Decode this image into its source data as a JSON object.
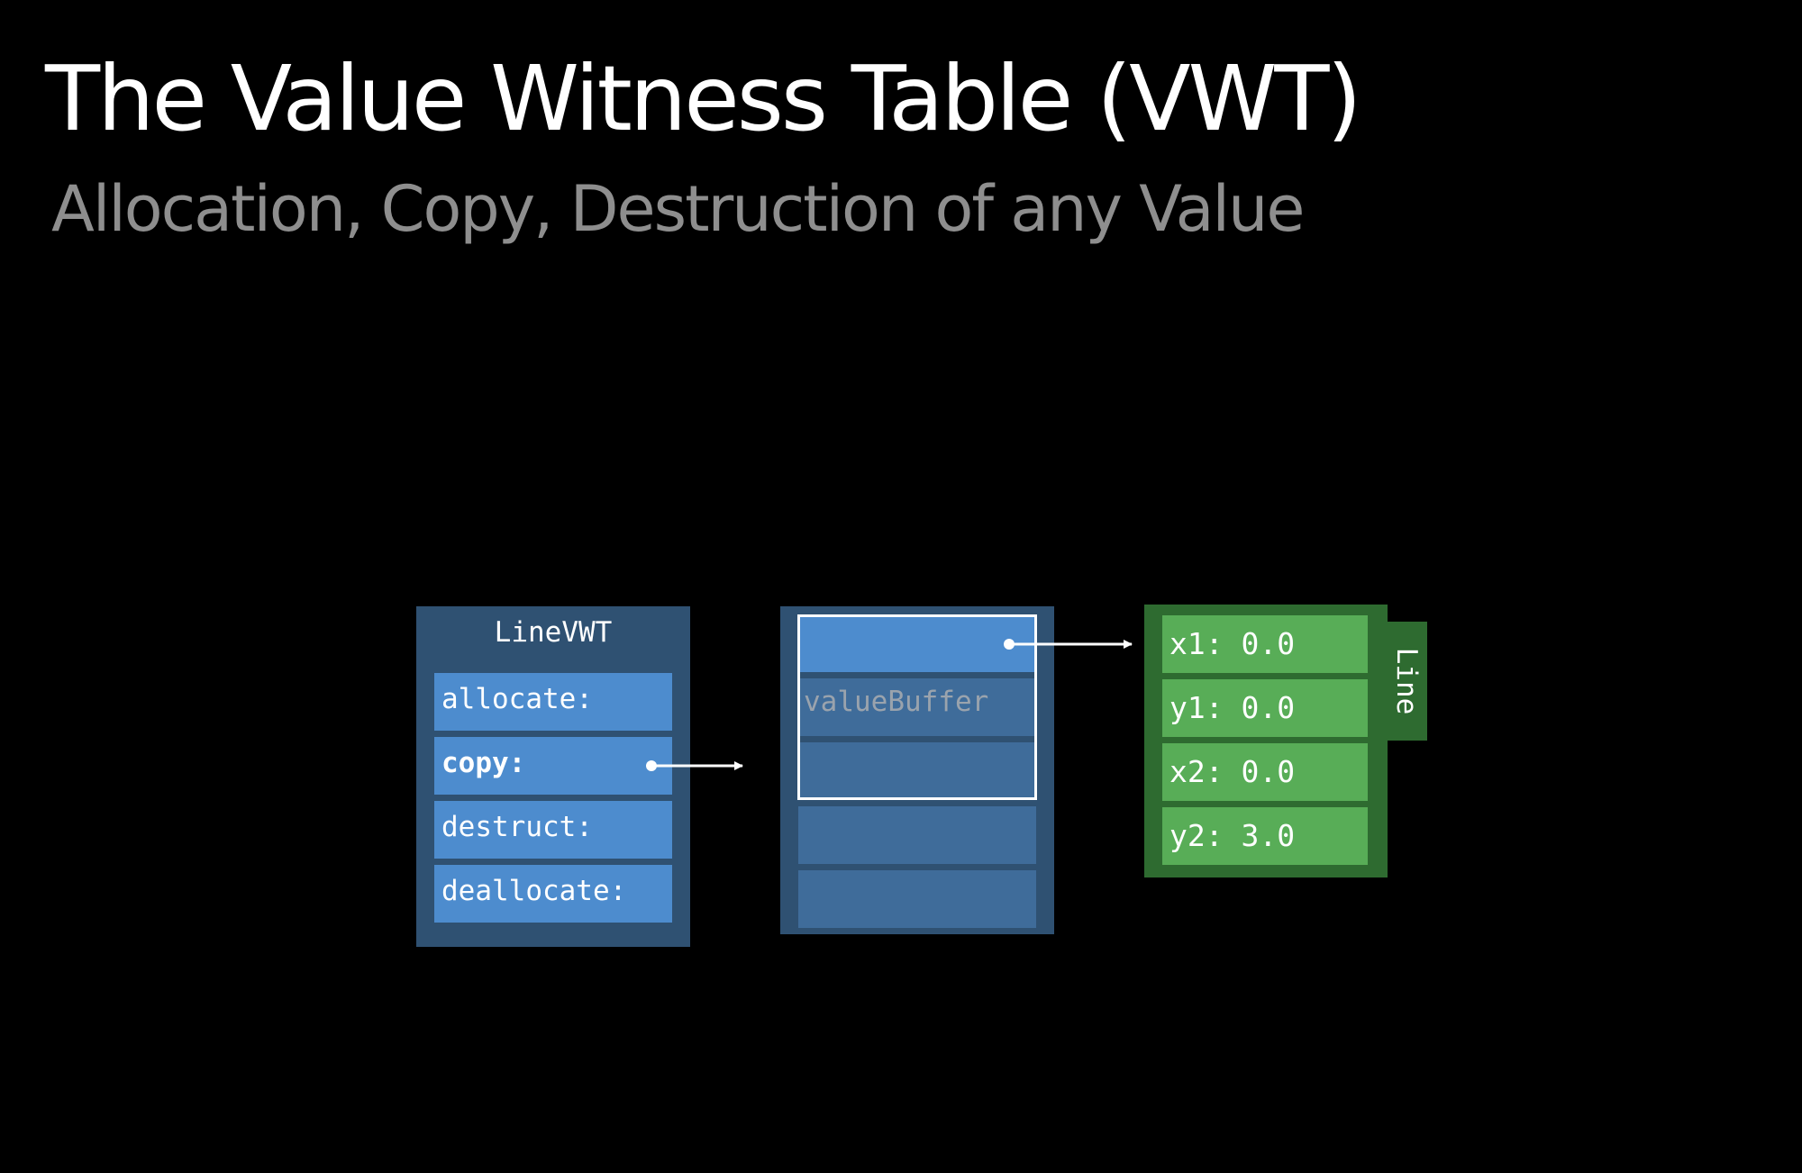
{
  "slide": {
    "title": "The Value Witness Table (VWT)",
    "subtitle": "Allocation, Copy, Destruction of any Value"
  },
  "vwt": {
    "title": "LineVWT",
    "slots": [
      "allocate:",
      "copy:",
      "destruct:",
      "deallocate:"
    ],
    "highlighted_slot": "copy:"
  },
  "value_buffer": {
    "label": "valueBuffer",
    "slot_count": 5
  },
  "line_value": {
    "type_label": "Line",
    "fields": [
      "x1: 0.0",
      "y1: 0.0",
      "x2: 0.0",
      "y2: 3.0"
    ]
  },
  "colors": {
    "background": "#000000",
    "title": "#ffffff",
    "subtitle": "#8e8e8e",
    "container_blue": "#2f5172",
    "slot_blue": "#4d8cce",
    "slot_blue_dim": "#3f6c9a",
    "container_green": "#2e6b30",
    "slot_green": "#58ad57"
  }
}
